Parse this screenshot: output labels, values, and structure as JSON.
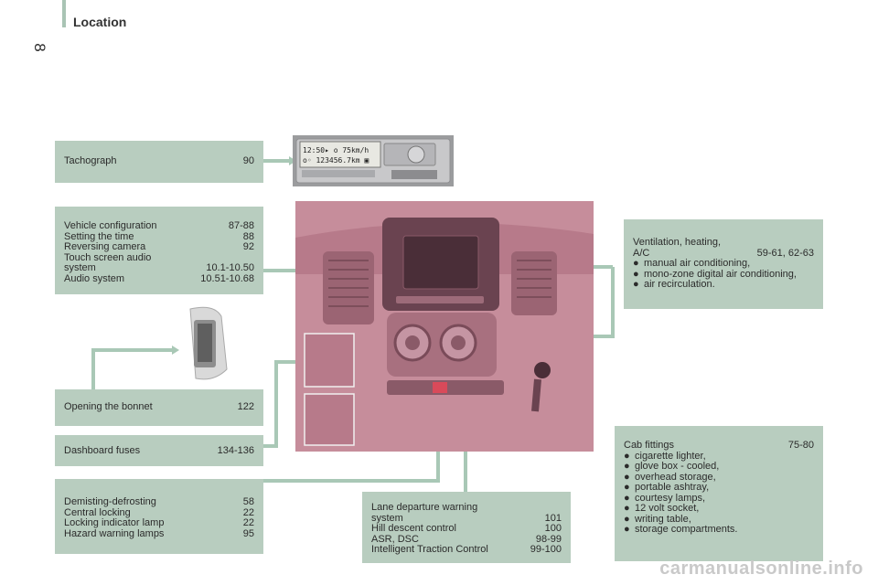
{
  "page": {
    "number": "8",
    "title": "Location"
  },
  "tachograph": {
    "label": "Tachograph",
    "page": "90",
    "display_line1": "12:50▸ o  75km/h",
    "display_line2": "o◦ 123456.7km ▣"
  },
  "vehicle": {
    "items": [
      {
        "label": "Vehicle configuration",
        "page": "87-88"
      },
      {
        "label": "Setting the time",
        "page": "88"
      },
      {
        "label": "Reversing camera",
        "page": "92"
      },
      {
        "label": "Touch screen audio",
        "page": ""
      },
      {
        "label": "system",
        "page": "10.1-10.50"
      },
      {
        "label": "Audio system",
        "page": "10.51-10.68"
      }
    ]
  },
  "ventilation": {
    "title": "Ventilation, heating,",
    "line2": "A/C",
    "page": "59-61, 62-63",
    "bullets": [
      "manual air conditioning,",
      "mono-zone digital air conditioning,",
      "air recirculation."
    ]
  },
  "bonnet": {
    "label": "Opening the bonnet",
    "page": "122"
  },
  "fuses": {
    "label": "Dashboard fuses",
    "page": "134-136"
  },
  "demisting": {
    "items": [
      {
        "label": "Demisting-defrosting",
        "page": "58"
      },
      {
        "label": "Central locking",
        "page": "22"
      },
      {
        "label": "Locking indicator lamp",
        "page": "22"
      },
      {
        "label": "Hazard warning lamps",
        "page": "95"
      }
    ]
  },
  "lane": {
    "items": [
      {
        "label": "Lane departure warning",
        "page": ""
      },
      {
        "label": "system",
        "page": "101"
      },
      {
        "label": "Hill descent control",
        "page": "100"
      },
      {
        "label": "ASR, DSC",
        "page": "98-99"
      },
      {
        "label": "Intelligent Traction Control",
        "page": "99-100"
      }
    ]
  },
  "cab": {
    "title": "Cab fittings",
    "page": "75-80",
    "bullets": [
      "cigarette lighter,",
      "glove box - cooled,",
      "overhead storage,",
      "portable ashtray,",
      "courtesy lamps,",
      "12 volt socket,",
      "writing table,",
      "storage compartments."
    ]
  },
  "footer": {
    "watermark": "carmanualsonline.info"
  },
  "colors": {
    "box": "#b8cdbf",
    "line": "#a9c8b6",
    "dash": "#c9a0ad"
  }
}
